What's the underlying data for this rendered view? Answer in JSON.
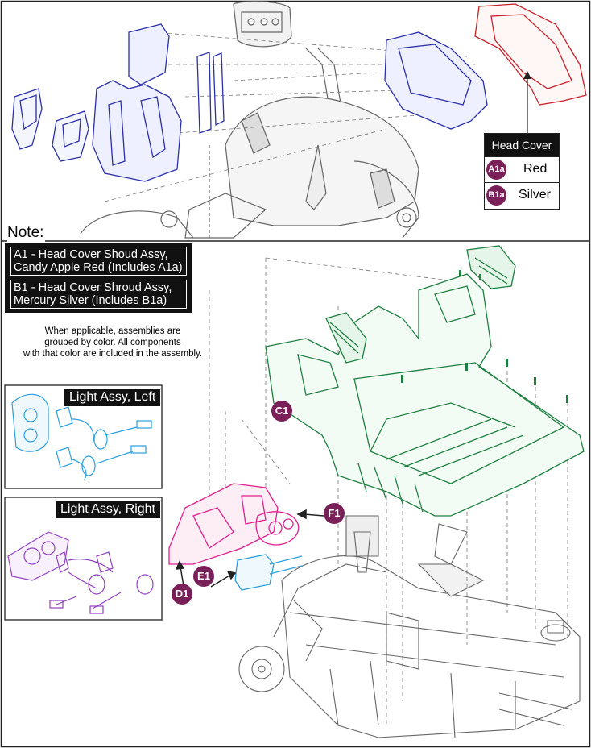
{
  "head_cover_table": {
    "title": "Head Cover",
    "rows": [
      {
        "code": "A1a",
        "label": "Red"
      },
      {
        "code": "B1a",
        "label": "Silver"
      }
    ]
  },
  "note": {
    "heading": "Note:",
    "items": [
      {
        "line1": "A1 - Head Cover Shoud Assy,",
        "line2": "Candy Apple Red (Includes A1a)"
      },
      {
        "line1": "B1 - Head Cover Shroud Assy,",
        "line2": "Mercury Silver (Includes B1a)"
      }
    ],
    "caption_lines": [
      "When applicable, assemblies are",
      "grouped by color.  All components",
      "with that color are included in the assembly."
    ]
  },
  "panels": {
    "left": "Light Assy, Left",
    "right": "Light Assy, Right"
  },
  "callouts": {
    "c1": "C1",
    "d1": "D1",
    "e1": "E1",
    "f1": "F1"
  },
  "colors": {
    "blue_parts": "#2b2fa8",
    "red_parts": "#c8202a",
    "green_parts": "#1e8040",
    "pink_parts": "#e0208c",
    "cyan_parts": "#2aa0e0",
    "purple_parts": "#9040c0",
    "callout": "#7a2058",
    "line_art": "#555555"
  }
}
